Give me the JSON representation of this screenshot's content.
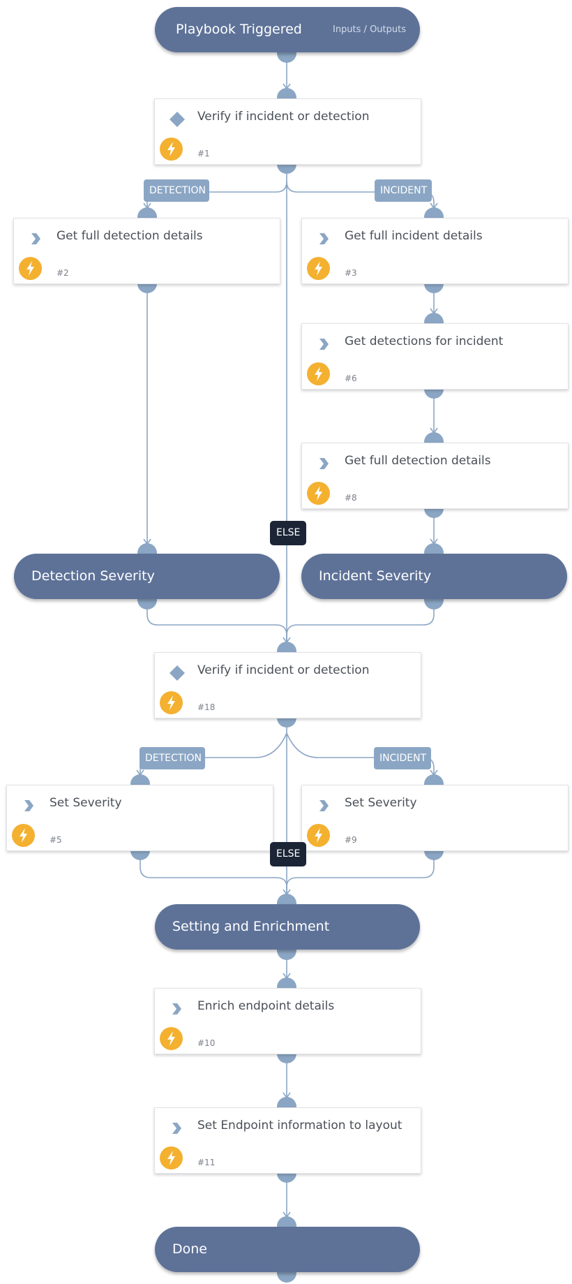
{
  "playbook": {
    "trigger_title": "Playbook Triggered",
    "io_link": "Inputs / Outputs"
  },
  "tasks": {
    "t1": {
      "name": "Verify if incident or detection",
      "number": "#1",
      "icon": "conditional-diamond-icon"
    },
    "t2": {
      "name": "Get full detection details",
      "number": "#2",
      "icon": "chevron-right-icon"
    },
    "t3": {
      "name": "Get full incident details",
      "number": "#3",
      "icon": "chevron-right-icon"
    },
    "t6": {
      "name": "Get detections for incident",
      "number": "#6",
      "icon": "chevron-right-icon"
    },
    "t8": {
      "name": "Get full detection details",
      "number": "#8",
      "icon": "chevron-right-icon"
    },
    "t18": {
      "name": "Verify if incident or detection",
      "number": "#18",
      "icon": "conditional-diamond-icon"
    },
    "t5": {
      "name": "Set Severity",
      "number": "#5",
      "icon": "chevron-right-icon"
    },
    "t9": {
      "name": "Set Severity",
      "number": "#9",
      "icon": "chevron-right-icon"
    },
    "t10": {
      "name": "Enrich endpoint details",
      "number": "#10",
      "icon": "chevron-right-icon"
    },
    "t11": {
      "name": "Set Endpoint information to layout",
      "number": "#11",
      "icon": "chevron-right-icon"
    }
  },
  "sections": {
    "detection_severity": "Detection Severity",
    "incident_severity": "Incident Severity",
    "setting_enrichment": "Setting and Enrichment",
    "done": "Done"
  },
  "branch_labels": {
    "detection": "DETECTION",
    "incident": "INCIDENT",
    "else": "ELSE"
  },
  "colors": {
    "section_fill": "#5e7298",
    "connector": "#8ba6c4",
    "automation_badge": "#f4b02f",
    "else_badge": "#1b2536"
  }
}
